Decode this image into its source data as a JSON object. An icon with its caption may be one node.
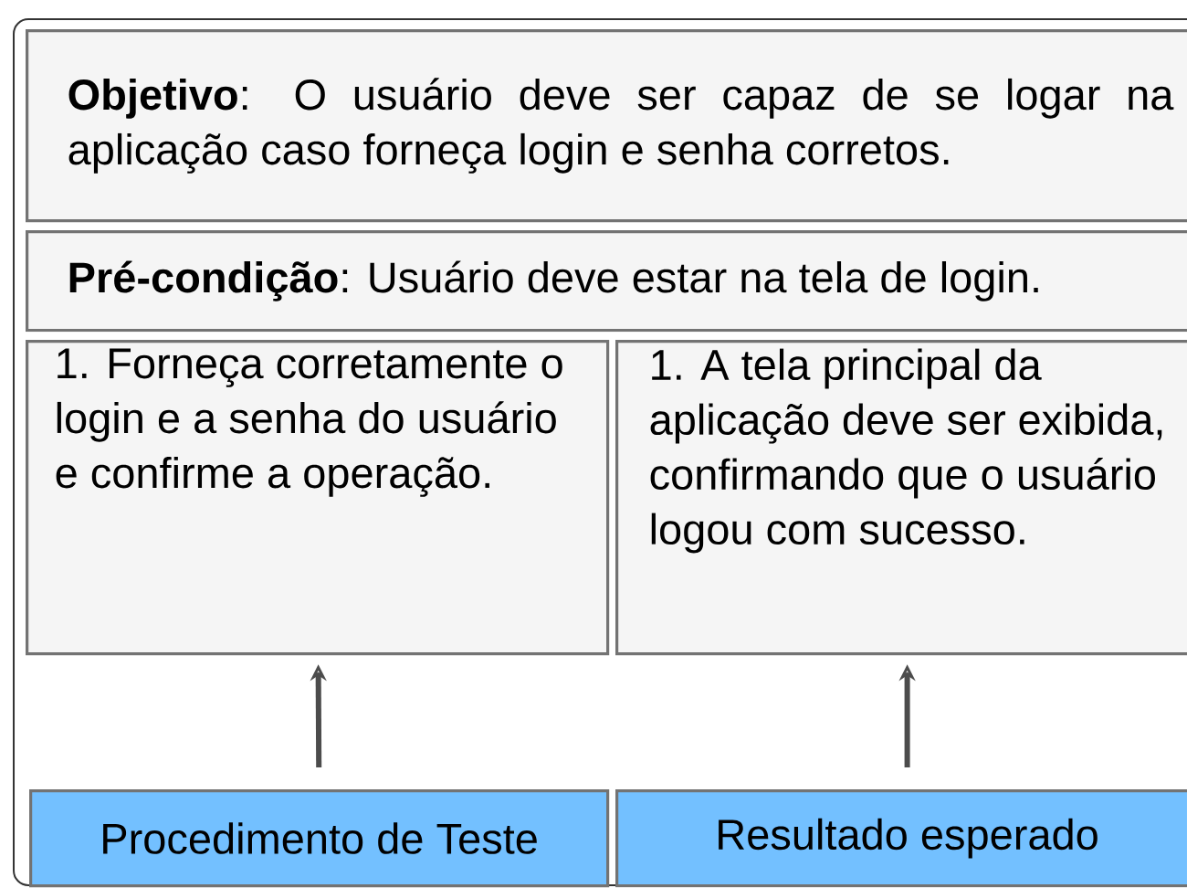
{
  "diagram": {
    "nodes": [
      {
        "text": [],
        "shape": "box"
      },
      {
        "text": [
          "**Objetivo**: O usuário deve ser capaz de se logar na aplicação caso forneça login e senha corretos."
        ],
        "in": 0
      },
      {
        "text": [
          "**Pré-condição**: Usuário deve estar na tela de login."
        ],
        "in": 0
      },
      {
        "text": [
          "1. Forneça corretamente o login e a senha do usuário e confirme a operação."
        ],
        "in": 0
      },
      {
        "text": [
          "1. A tela principal da aplicação deve ser exibida, confirmando que o usuário logou com sucesso."
        ],
        "in": 0
      },
      {
        "text": [
          "Procedimento de Teste"
        ],
        "in": 0
      },
      {
        "text": [
          "Resultado esperado"
        ],
        "in": 0
      }
    ],
    "edges": [
      {
        "from": 5,
        "to": 3,
        "arrow": "to"
      },
      {
        "from": 6,
        "to": 4,
        "arrow": "to"
      }
    ]
  }
}
